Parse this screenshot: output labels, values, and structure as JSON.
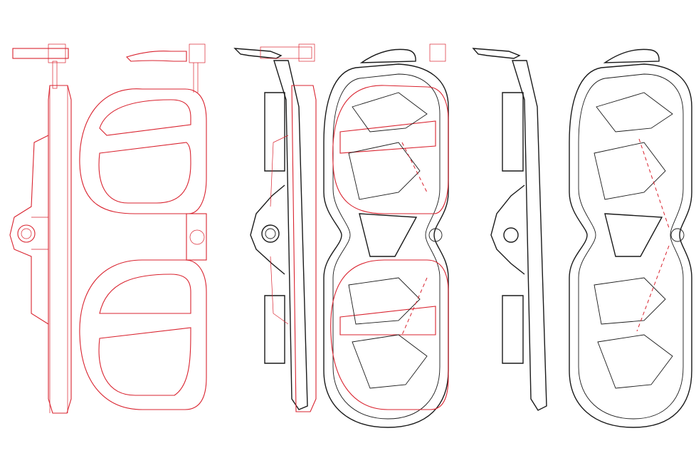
{
  "drawing": {
    "views": [
      {
        "id": "view-1",
        "description_visible": ""
      },
      {
        "id": "view-2",
        "description_visible": ""
      },
      {
        "id": "view-3",
        "description_visible": ""
      },
      {
        "id": "view-4",
        "description_visible": ""
      },
      {
        "id": "view-5",
        "description_visible": ""
      },
      {
        "id": "view-6",
        "description_visible": ""
      }
    ]
  },
  "colors": {
    "background": "#ffffff",
    "red_line": "#d9232f",
    "black_line": "#1a1a1a"
  }
}
